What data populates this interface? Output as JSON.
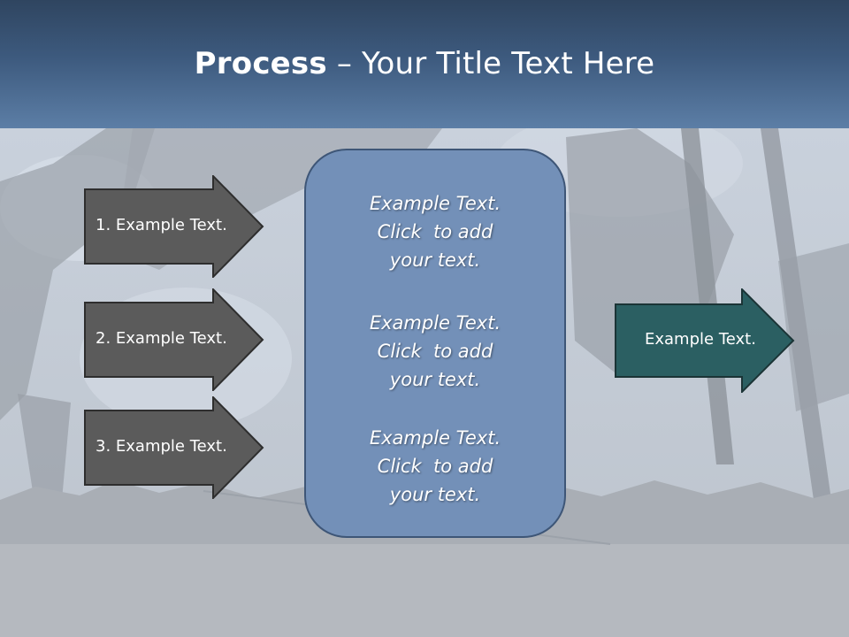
{
  "slide": {
    "title_bold": "Process",
    "title_dash": " – ",
    "title_rest": "Your Title Text Here"
  },
  "left_arrows": [
    {
      "label": "1. Example Text."
    },
    {
      "label": "2. Example Text."
    },
    {
      "label": "3. Example Text."
    }
  ],
  "center_box": {
    "blocks": [
      {
        "lines": [
          "Example Text.",
          "Click  to add",
          "your text."
        ]
      },
      {
        "lines": [
          "Example Text.",
          "Click  to add",
          "your text."
        ]
      },
      {
        "lines": [
          "Example Text.",
          "Click  to add",
          "your text."
        ]
      }
    ]
  },
  "right_arrow": {
    "label": "Example Text."
  },
  "colors": {
    "header_dark": "#2f4560",
    "header_light": "#5c7ea6",
    "left_arrow_fill": "#5b5b5b",
    "center_box_fill": "#7390b8",
    "right_arrow_fill": "#2b5f62"
  }
}
